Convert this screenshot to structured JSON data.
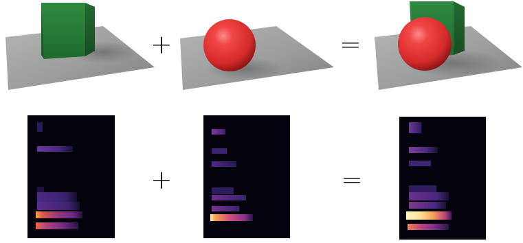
{
  "operators": {
    "plus": "+",
    "equals": "="
  },
  "colors": {
    "plane": "#9a9b9b",
    "cube": "#2b7a3a",
    "sphere": "#e23a3a",
    "spectrogram_bg": "#04020c"
  },
  "scenes": [
    {
      "name": "cube-on-plane",
      "objects": [
        "cube"
      ]
    },
    {
      "name": "sphere-on-plane",
      "objects": [
        "sphere"
      ]
    },
    {
      "name": "cube-and-sphere-on-plane",
      "objects": [
        "cube",
        "sphere"
      ]
    }
  ],
  "spectrograms": [
    {
      "name": "cube-spectrogram"
    },
    {
      "name": "sphere-spectrogram"
    },
    {
      "name": "combined-spectrogram"
    }
  ]
}
